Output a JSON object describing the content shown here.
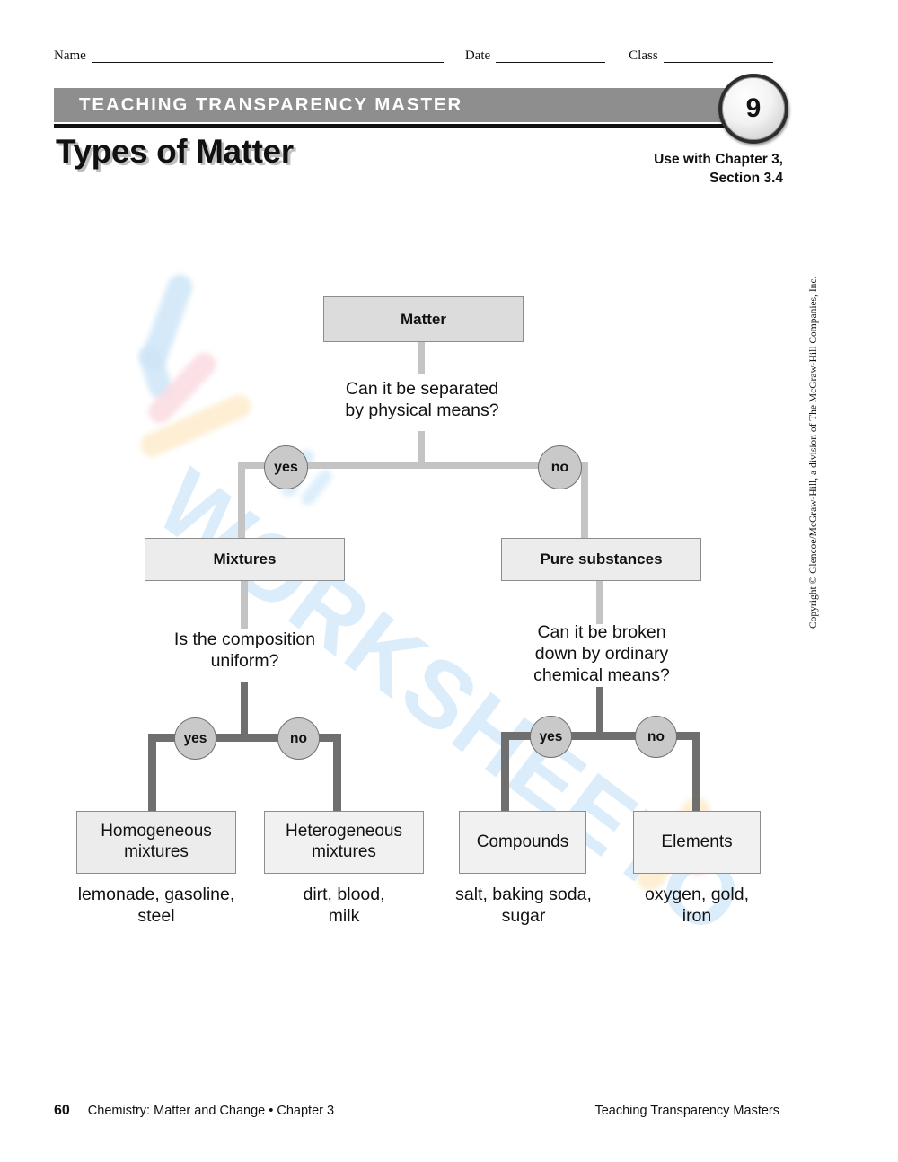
{
  "header": {
    "name_label": "Name",
    "date_label": "Date",
    "class_label": "Class"
  },
  "banner": {
    "text": "TEACHING TRANSPARENCY MASTER",
    "number": "9"
  },
  "title": "Types of Matter",
  "use_with": "Use with Chapter 3,\nSection 3.4",
  "use_with_line1": "Use with Chapter 3,",
  "use_with_line2": "Section 3.4",
  "watermark": {
    "text": "WORKSHEETO"
  },
  "chart_data": {
    "type": "diagram",
    "title": "Types of Matter",
    "root": "Matter",
    "nodes": [
      {
        "id": "matter",
        "label": "Matter",
        "level": 0,
        "style": "shaded"
      },
      {
        "id": "mixtures",
        "label": "Mixtures",
        "level": 1,
        "style": "mid"
      },
      {
        "id": "pure",
        "label": "Pure substances",
        "level": 1,
        "style": "mid"
      },
      {
        "id": "homogeneous",
        "label": "Homogeneous\nmixtures",
        "level": 2,
        "style": "mid"
      },
      {
        "id": "heterogeneous",
        "label": "Heterogeneous\nmixtures",
        "level": 2,
        "style": "light"
      },
      {
        "id": "compounds",
        "label": "Compounds",
        "level": 2,
        "style": "light"
      },
      {
        "id": "elements",
        "label": "Elements",
        "level": 2,
        "style": "light"
      }
    ],
    "questions": [
      {
        "id": "q1",
        "text": "Can it be separated\nby physical means?",
        "from": "matter"
      },
      {
        "id": "q2",
        "text": "Is the composition\nuniform?",
        "from": "mixtures"
      },
      {
        "id": "q3",
        "text": "Can it be broken\ndown by ordinary\nchemical means?",
        "from": "pure"
      }
    ],
    "branch_labels": {
      "yes": "yes",
      "no": "no"
    },
    "edges": [
      {
        "from": "matter",
        "to": "mixtures",
        "label": "yes"
      },
      {
        "from": "matter",
        "to": "pure",
        "label": "no"
      },
      {
        "from": "mixtures",
        "to": "homogeneous",
        "label": "yes"
      },
      {
        "from": "mixtures",
        "to": "heterogeneous",
        "label": "no"
      },
      {
        "from": "pure",
        "to": "compounds",
        "label": "yes"
      },
      {
        "from": "pure",
        "to": "elements",
        "label": "no"
      }
    ],
    "examples": [
      {
        "for": "homogeneous",
        "text": "lemonade, gasoline,\nsteel"
      },
      {
        "for": "heterogeneous",
        "text": "dirt, blood,\nmilk"
      },
      {
        "for": "compounds",
        "text": "salt, baking soda,\nsugar"
      },
      {
        "for": "elements",
        "text": "oxygen, gold,\niron"
      }
    ],
    "colors": {
      "node_fill_dark": "#dcdcdc",
      "node_fill_mid": "#ececec",
      "node_fill_light": "#f1f1f1",
      "node_border": "#8d8d8d",
      "connector_light": "#c4c4c4",
      "connector_dark": "#6f6f6f",
      "circle_fill": "#c9c9c9",
      "banner_gray": "#8e8e8e"
    }
  },
  "nodes": {
    "matter": "Matter",
    "mixtures": "Mixtures",
    "pure_substances": "Pure substances",
    "homogeneous_l1": "Homogeneous",
    "homogeneous_l2": "mixtures",
    "heterogeneous_l1": "Heterogeneous",
    "heterogeneous_l2": "mixtures",
    "compounds": "Compounds",
    "elements": "Elements"
  },
  "questions": {
    "q1_l1": "Can it be separated",
    "q1_l2": "by physical means?",
    "q2_l1": "Is the composition",
    "q2_l2": "uniform?",
    "q3_l1": "Can it be broken",
    "q3_l2": "down by ordinary",
    "q3_l3": "chemical means?"
  },
  "labels": {
    "yes": "yes",
    "no": "no"
  },
  "examples": {
    "homogeneous_l1": "lemonade, gasoline,",
    "homogeneous_l2": "steel",
    "heterogeneous_l1": "dirt, blood,",
    "heterogeneous_l2": "milk",
    "compounds_l1": "salt, baking soda,",
    "compounds_l2": "sugar",
    "elements_l1": "oxygen, gold,",
    "elements_l2": "iron"
  },
  "copyright": "Copyright © Glencoe/McGraw-Hill, a division of The McGraw-Hill Companies, Inc.",
  "footer": {
    "page": "60",
    "left": "Chemistry: Matter and Change • Chapter 3",
    "right": "Teaching Transparency Masters"
  }
}
